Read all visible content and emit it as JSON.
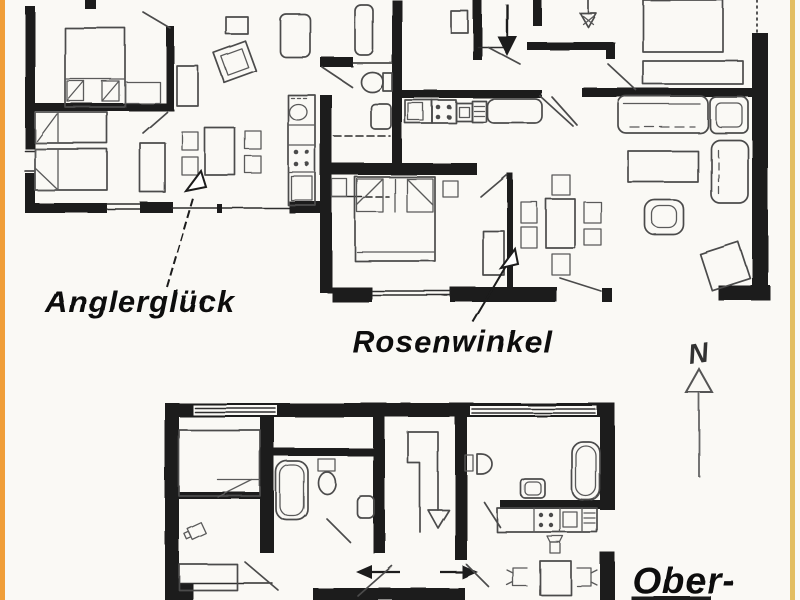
{
  "page": {
    "background_color": "#faf9f5",
    "left_edge_color": "#f09e38",
    "right_edge_color": "#e3bd5f"
  },
  "drawing": {
    "ink_color": "#1a1a1a",
    "furniture_ink_color": "#4c4c4c",
    "labels": {
      "apartment_left": "Anglerglück",
      "apartment_right": "Rosenwinkel",
      "floor_partial": "Ober-",
      "north": "N"
    },
    "icons": {
      "north_arrow": "north-up-arrow",
      "entry_arrow": "entrance-down-arrow",
      "stairs_arrow": "stairs-down-arrow",
      "corridor_arrows": "corridor-left-right-arrows",
      "label_pointers": "hand-drawn-pointer-arrows"
    }
  }
}
